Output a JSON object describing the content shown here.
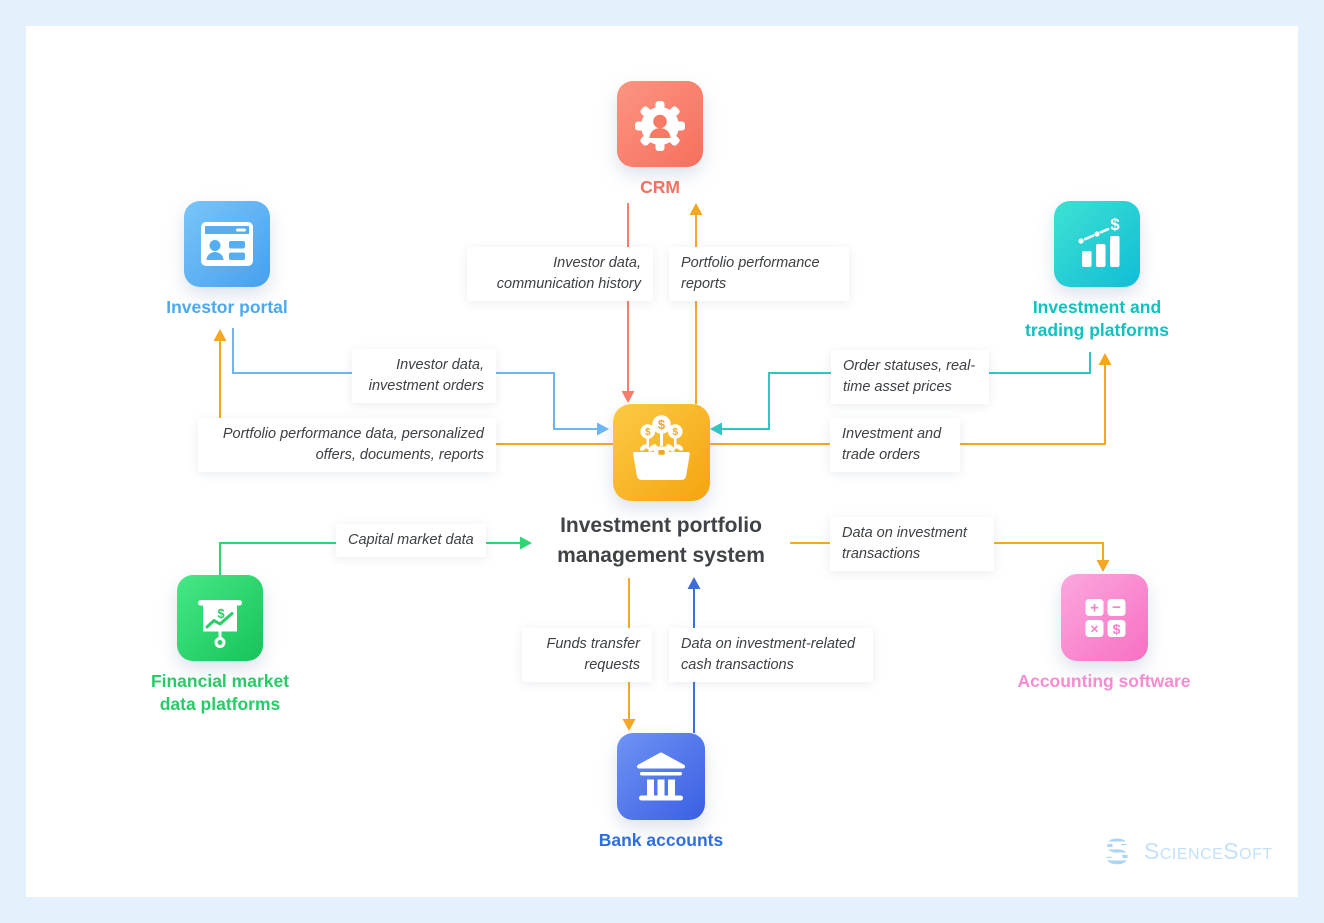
{
  "nodes": {
    "center": {
      "label": "Investment portfolio management system"
    },
    "crm": {
      "label": "CRM"
    },
    "investor_portal": {
      "label": "Investor portal"
    },
    "trading": {
      "label": "Investment and trading platforms"
    },
    "market": {
      "label": "Financial market data platforms"
    },
    "accounting": {
      "label": "Accounting software"
    },
    "bank": {
      "label": "Bank accounts"
    }
  },
  "flows": {
    "crm_to_system": {
      "label": "Investor data, communication history",
      "from": "CRM",
      "to": "Investment portfolio management system"
    },
    "system_to_crm": {
      "label": "Portfolio performance reports",
      "from": "Investment portfolio management system",
      "to": "CRM"
    },
    "portal_to_system": {
      "label": "Investor data, investment orders",
      "from": "Investor portal",
      "to": "Investment portfolio management system"
    },
    "system_to_portal": {
      "label": "Portfolio performance data, personalized offers, documents, reports",
      "from": "Investment portfolio management system",
      "to": "Investor portal"
    },
    "trading_to_system": {
      "label": "Order statuses, real-time asset prices",
      "from": "Investment and trading platforms",
      "to": "Investment portfolio management system"
    },
    "system_to_trading": {
      "label": "Investment and trade orders",
      "from": "Investment portfolio management system",
      "to": "Investment and trading platforms"
    },
    "market_to_system": {
      "label": "Capital market data",
      "from": "Financial market data platforms",
      "to": "Investment portfolio management system"
    },
    "system_to_accounting": {
      "label": "Data on investment transactions",
      "from": "Investment portfolio management system",
      "to": "Accounting software"
    },
    "system_to_bank": {
      "label": "Funds transfer requests",
      "from": "Investment portfolio management system",
      "to": "Bank accounts"
    },
    "bank_to_system": {
      "label": "Data on investment-related cash transactions",
      "from": "Bank accounts",
      "to": "Investment portfolio management system"
    }
  },
  "logo": {
    "text": "ScienceSoft"
  },
  "colors": {
    "background": "#e4f1fd",
    "card": "#ffffff",
    "crm": "#f4705f",
    "portal": "#4aa9f2",
    "trading": "#0fc2c0",
    "market": "#27cb68",
    "accounting": "#f98bd1",
    "bank": "#2f6edc",
    "arrow_orange": "#f6a722",
    "arrow_red": "#f97c6c",
    "arrow_blue": "#6cb6f5",
    "arrow_teal": "#2cc9c4",
    "arrow_green": "#2ed573",
    "arrow_royal": "#3e6fd9",
    "label_text": "#3d4045",
    "title_text": "#3f4347",
    "logo_text": "#c4e1f7",
    "logo_mark": "#abd5f2"
  }
}
